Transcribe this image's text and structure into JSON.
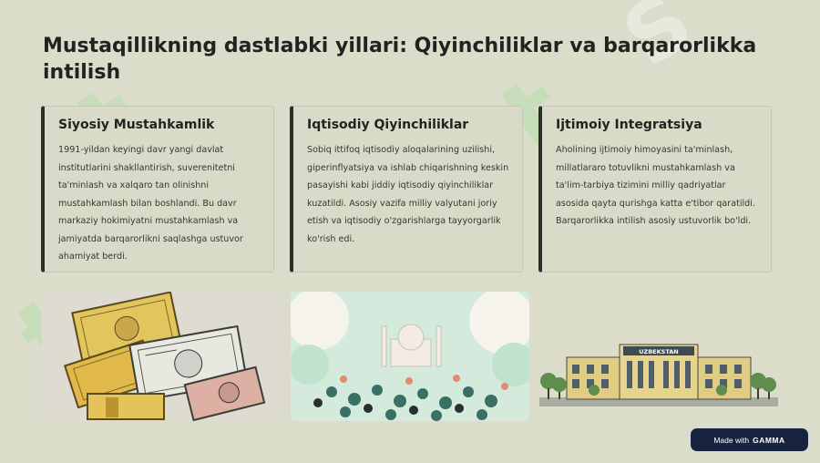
{
  "title": "Mustaqillikning dastlabki yillari: Qiyinchiliklar va barqarorlikka intilish",
  "cards": [
    {
      "heading": "Siyosiy Mustahkamlik",
      "text": "1991-yildan keyingi davr yangi davlat institutlarini shakllantirish, suverenitetni ta'minlash va xalqaro tan olinishni mustahkamlash bilan boshlandi. Bu davr markaziy hokimiyatni mustahkamlash va jamiyatda barqarorlikni saqlashga ustuvor ahamiyat berdi."
    },
    {
      "heading": "Iqtisodiy Qiyinchiliklar",
      "text": "Sobiq ittifoq iqtisodiy aloqalarining uzilishi, giperinflyatsiya va ishlab chiqarishning keskin pasayishi kabi jiddiy iqtisodiy qiyinchiliklar kuzatildi. Asosiy vazifa milliy valyutani joriy etish va iqtisodiy o'zgarishlarga tayyorgarlik ko'rish edi."
    },
    {
      "heading": "Ijtimoiy Integratsiya",
      "text": "Aholining ijtimoiy himoyasini ta'minlash, millatlararo totuvlikni mustahkamlash va ta'lim-tarbiya tizimini milliy qadriyatlar asosida qayta qurishga katta e'tibor qaratildi. Barqarorlikka intilish asosiy ustuvorlik bo'ldi."
    }
  ],
  "images": {
    "building_sign": "UZBEKSTAN"
  },
  "badge": {
    "prefix": "Made with",
    "brand": "GAMMA"
  },
  "icons": [
    "currency-banknotes-illustration",
    "crowd-celebration-illustration",
    "government-building-illustration"
  ]
}
